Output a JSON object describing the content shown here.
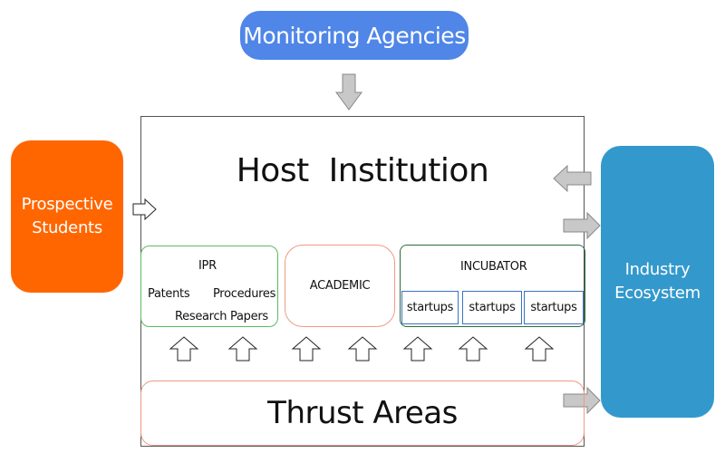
{
  "monitoring": {
    "label": "Monitoring Agencies"
  },
  "host": {
    "title": "Host  Institution"
  },
  "prospective": {
    "line1": "Prospective",
    "line2": "Students"
  },
  "industry": {
    "line1": "Industry",
    "line2": "Ecosystem"
  },
  "ipr": {
    "title": "IPR",
    "items": [
      "Patents",
      "Procedures",
      "Research Papers"
    ]
  },
  "academic": {
    "title": "ACADEMIC"
  },
  "incubator": {
    "title": "INCUBATOR",
    "startups": [
      "startups",
      "startups",
      "startups"
    ]
  },
  "thrust": {
    "label": "Thrust Areas"
  },
  "colors": {
    "monitoring": "#4f86e8",
    "prospective": "#ff6600",
    "industry": "#3399cc",
    "ipr_border": "#5dbb63",
    "academic_border": "#f09a84",
    "incubator_border": "#2d6b3a",
    "startup_border": "#3a73c0",
    "arrow_fill": "#c8c8c8"
  }
}
